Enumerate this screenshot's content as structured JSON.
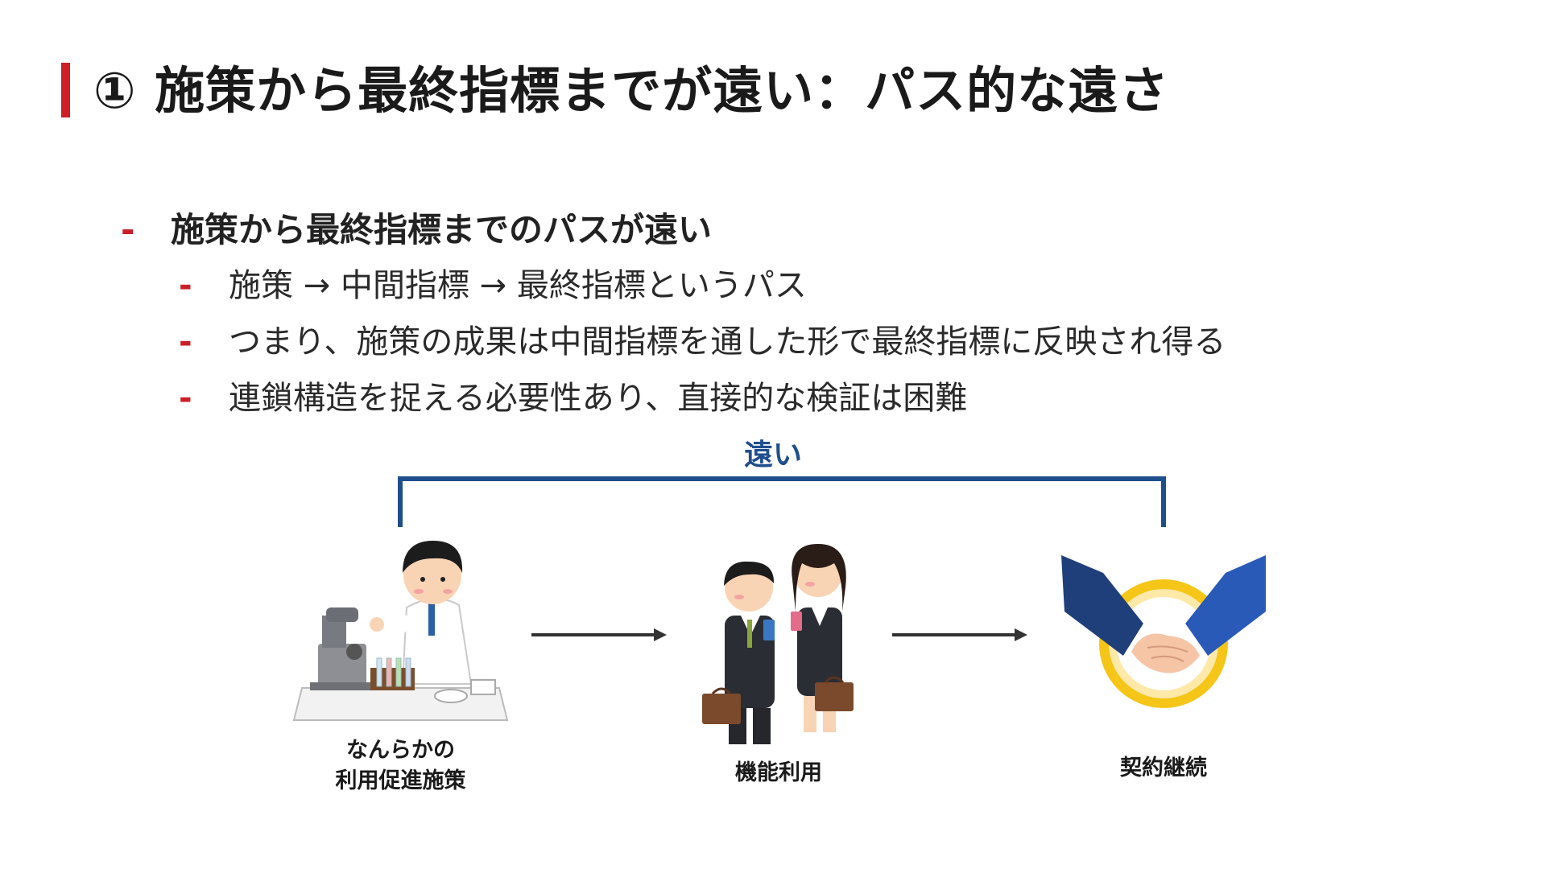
{
  "title": "① 施策から最終指標までが遠い：パス的な遠さ",
  "bullets": {
    "dash": "-",
    "main": "施策から最終指標までのパスが遠い",
    "sub": [
      "施策 → 中間指標 → 最終指標というパス",
      "つまり、施策の成果は中間指標を通した形で最終指標に反映され得る",
      "連鎖構造を捉える必要性あり、直接的な検証は困難"
    ]
  },
  "diagram": {
    "bracket_label": "遠い",
    "steps": [
      {
        "caption_line1": "なんらかの",
        "caption_line2": "利用促進施策",
        "icon": "scientist-microscope-icon"
      },
      {
        "caption": "機能利用",
        "icon": "business-people-phone-icon"
      },
      {
        "caption": "契約継続",
        "icon": "handshake-icon"
      }
    ]
  },
  "colors": {
    "accent_red": "#cc1f27",
    "bracket_blue": "#1f4e8c",
    "arrow": "#333333",
    "text": "#1a1a1a"
  }
}
